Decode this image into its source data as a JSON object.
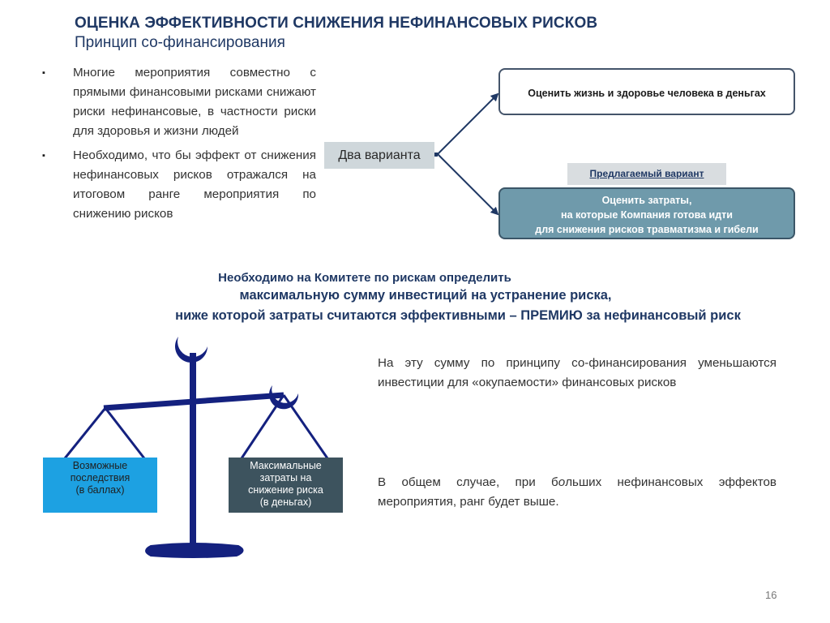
{
  "header": {
    "title": "ОЦЕНКА ЭФФЕКТИВНОСТИ СНИЖЕНИЯ НЕФИНАНСОВЫХ РИСКОВ",
    "subtitle": "Принцип со-финансирования"
  },
  "bullets": [
    "Многие мероприятия совместно с прямыми финансовыми рисками снижают риски нефинансовые, в частности риски для здоровья и жизни людей",
    "Необходимо, что бы эффект от снижения нефинансовых рисков отражался на итоговом ранге мероприятия по снижению рисков"
  ],
  "bullet_mark": "▪",
  "diagram": {
    "two_variants": "Два варианта",
    "option1": "Оценить жизнь и здоровье человека в деньгах",
    "proposed_label": "Предлагаемый вариант",
    "option2_lines": [
      "Оценить затраты,",
      "на которые Компания готова идти",
      "для снижения рисков  травматизма и гибели"
    ]
  },
  "committee": {
    "line1": "Необходимо на Комитете по рискам определить",
    "line2": "максимальную сумму инвестиций на устранение риска,",
    "line3": "ниже которой затраты считаются эффективными – ПРЕМИЮ за нефинансовый риск"
  },
  "scale": {
    "left_lines": [
      "Возможные",
      "последствия",
      "(в баллах)"
    ],
    "right_lines": [
      "Максимальные",
      "затраты на",
      "снижение риска",
      "(в деньгах)"
    ]
  },
  "paragraphs": {
    "p1": "На эту сумму по принципу со-финансирования уменьшаются инвестиции для «окупаемости» финансовых рисков",
    "p2_before": "В общем случае, при б",
    "p2_emph": "о",
    "p2_after": "льших нефинансовых эффектов мероприятия,  ранг будет выше."
  },
  "page_number": "16",
  "colors": {
    "title": "#1f3864",
    "option1_border": "#44546a",
    "option2_fill": "#6f9aab",
    "arrow": "#1f3864",
    "scale": "#14217f",
    "left_pan": "#1da1e2",
    "right_pan": "#3d535e"
  }
}
